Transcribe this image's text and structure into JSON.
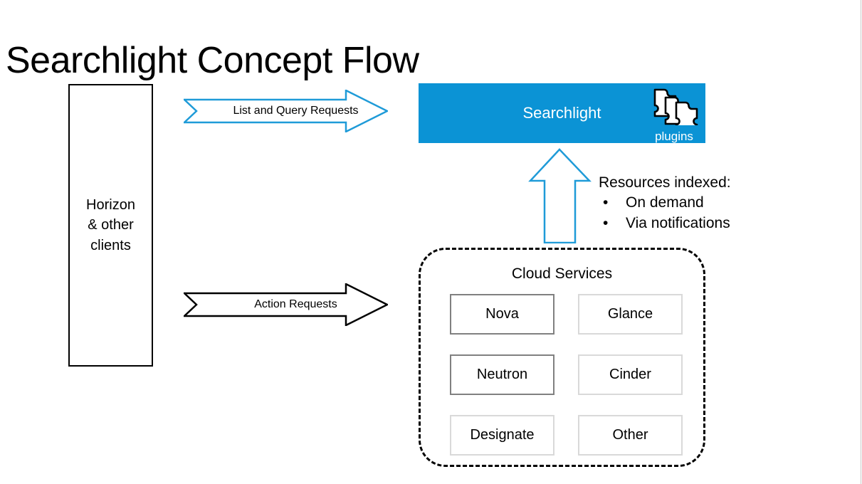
{
  "slide": {
    "title": "Searchlight Concept Flow",
    "background_color": "#ffffff",
    "accent_color": "#0b93d5"
  },
  "clients": {
    "label": "Horizon\n& other\nclients"
  },
  "arrows": [
    {
      "name": "list-and-query-requests",
      "label": "List and Query Requests",
      "direction": "right",
      "stroke_color": "#1f9bd8",
      "fill_color": "#ffffff"
    },
    {
      "name": "action-requests",
      "label": "Action Requests",
      "direction": "right",
      "stroke_color": "#000000",
      "fill_color": "#ffffff"
    },
    {
      "name": "indexing-flow",
      "label": "",
      "direction": "up",
      "stroke_color": "#1f9bd8",
      "fill_color": "#ffffff"
    }
  ],
  "searchlight": {
    "title": "Searchlight",
    "background_color": "#0b93d5",
    "text_color": "#ffffff",
    "plugins_label": "plugins",
    "plugins_icon": "puzzle-pieces-icon"
  },
  "resources": {
    "heading": "Resources indexed:",
    "bullet_glyph": "•",
    "items": [
      "On demand",
      "Via notifications"
    ]
  },
  "cloud_services": {
    "title": "Cloud Services",
    "border_style": "dashed",
    "services": [
      {
        "name": "nova",
        "label": "Nova",
        "emphasis": "strong",
        "border_color": "#808080"
      },
      {
        "name": "glance",
        "label": "Glance",
        "emphasis": "light",
        "border_color": "#d9d9d9"
      },
      {
        "name": "neutron",
        "label": "Neutron",
        "emphasis": "strong",
        "border_color": "#808080"
      },
      {
        "name": "cinder",
        "label": "Cinder",
        "emphasis": "light",
        "border_color": "#d9d9d9"
      },
      {
        "name": "designate",
        "label": "Designate",
        "emphasis": "light",
        "border_color": "#d9d9d9"
      },
      {
        "name": "other",
        "label": "Other",
        "emphasis": "light",
        "border_color": "#d9d9d9"
      }
    ]
  }
}
